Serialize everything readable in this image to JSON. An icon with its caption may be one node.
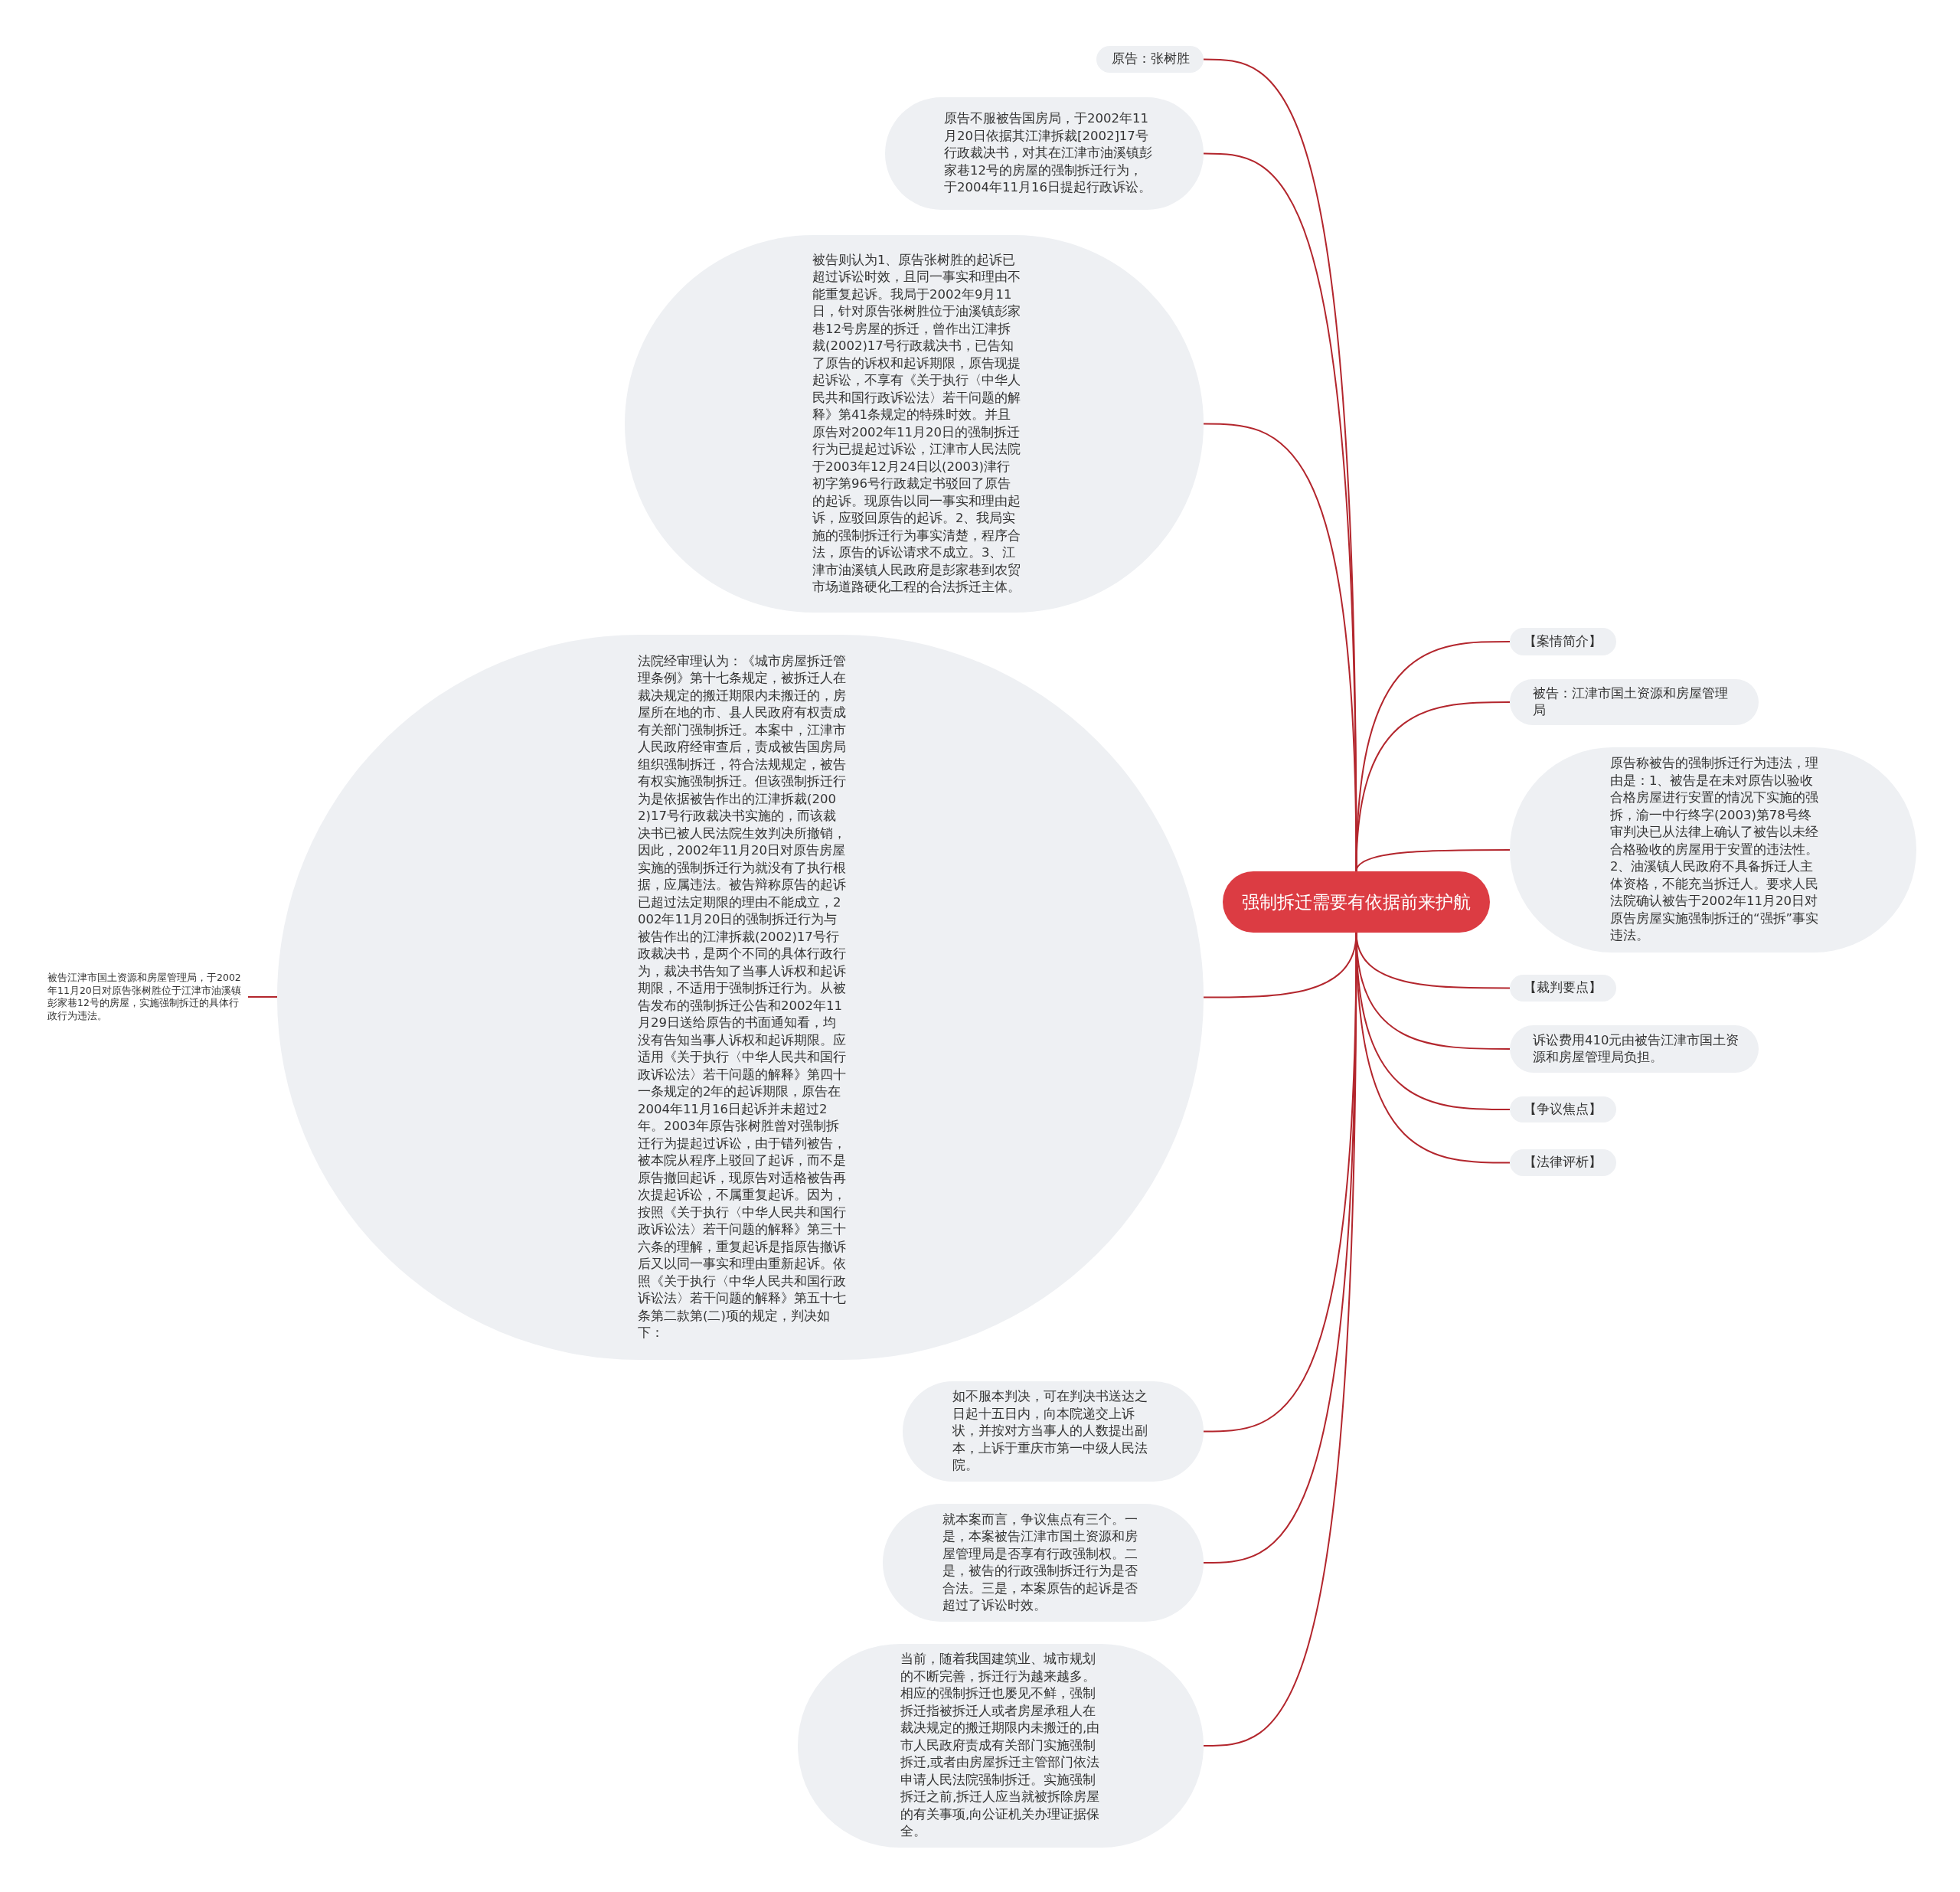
{
  "diagram": {
    "nodes": [
      {
        "text": [
          "强制拆迁需要有依据前来护航"
        ]
      },
      {
        "text": [
          "原告：张树胜"
        ]
      },
      {
        "text": [
          "原告不服被告国房局，于2002年11月20日依据其江津拆裁[2002]17号行政裁决书，对其在江津市油溪镇彭家巷12号的房屋的强制拆迁行为，于2004年11月16日提起行政诉讼。"
        ]
      },
      {
        "text": [
          "被告则认为1、原告张树胜的起诉已超过诉讼时效，且同一事实和理由不能重复起诉。我局于2002年9月11日，针对原告张树胜位于油溪镇彭家巷12号房屋的拆迁，曾作出江津拆裁(2002)17号行政裁决书，已告知了原告的诉权和起诉期限，原告现提起诉讼，不享有《关于执行〈中华人民共和国行政诉讼法〉若干问题的解释》第41条规定的特殊时效。并且原告对2002年11月20日的强制拆迁行为已提起过诉讼，江津市人民法院于2003年12月24日以(2003)津行初字第96号行政裁定书驳回了原告的起诉。现原告以同一事实和理由起诉，应驳回原告的起诉。2、我局实施的强制拆迁行为事实清楚，程序合法，原告的诉讼请求不成立。3、江津市油溪镇人民政府是彭家巷到农贸市场道路硬化工程的合法拆迁主体。"
        ]
      },
      {
        "text": [
          "【案情简介】"
        ]
      },
      {
        "text": [
          "被告：江津市国土资源和房屋管理局"
        ]
      },
      {
        "text": [
          "原告称被告的强制拆迁行为违法，理由是：1、被告是在未对原告以验收合格房屋进行安置的情况下实施的强拆，渝一中行终字(2003)第78号终审判决已从法律上确认了被告以未经合格验收的房屋用于安置的违法性。2、油溪镇人民政府不具备拆迁人主体资格，不能充当拆迁人。要求人民法院确认被告于2002年11月20日对原告房屋实施强制拆迁的“强拆”事实违法。"
        ]
      },
      {
        "text": [
          "法院经审理认为：《城市房屋拆迁管理条例》第十七条规定，被拆迁人在裁决规定的搬迁期限内未搬迁的，房屋所在地的市、县人民政府有权责成有关部门强制拆迁。本案中，江津市人民政府经审查后，责成被告国房局组织强制拆迁，符合法规规定，被告有权实施强制拆迁。但该强制拆迁行为是依据被告作出的江津拆裁(2002)17号行政裁决书实施的，而该裁决书已被人民法院生效判决所撤销，因此，2002年11月20日对原告房屋实施的强制拆迁行为就没有了执行根据，应属违法。被告辩称原告的起诉已超过法定期限的理由不能成立，2002年11月20日的强制拆迁行为与被告作出的江津拆裁(2002)17号行政裁决书，是两个不同的具体行政行为，裁决书告知了当事人诉权和起诉期限，不适用于强制拆迁行为。从被告发布的强制拆迁公告和2002年11月29日送给原告的书面通知看，均没有告知当事人诉权和起诉期限。应适用《关于执行〈中华人民共和国行政诉讼法〉若干问题的解释》第四十一条规定的2年的起诉期限，原告在2004年11月16日起诉并未超过2年。2003年原告张树胜曾对强制拆迁行为提起过诉讼，由于错列被告，被本院从程序上驳回了起诉，而不是原告撤回起诉，现原告对适格被告再次提起诉讼，不属重复起诉。因为，按照《关于执行〈中华人民共和国行政诉讼法〉若干问题的解释》第三十六条的理解，重复起诉是指原告撤诉后又以同一事实和理由重新起诉。依照《关于执行〈中华人民共和国行政诉讼法〉若干问题的解释》第五十七条第二款第(二)项的规定，判决如下："
        ]
      },
      {
        "text": [
          "被告江津市国土资源和房屋管理局，于2002年11月20日对原告张树胜位于江津市油溪镇彭家巷12号的房屋，实施强制拆迁的具体行政行为违法。"
        ]
      },
      {
        "text": [
          "【裁判要点】"
        ]
      },
      {
        "text": [
          "诉讼费用410元由被告江津市国土资源和房屋管理局负担。"
        ]
      },
      {
        "text": [
          "【争议焦点】"
        ]
      },
      {
        "text": [
          "【法律评析】"
        ]
      },
      {
        "text": [
          "如不服本判决，可在判决书送达之日起十五日内，向本院递交上诉状，并按对方当事人的人数提出副本，上诉于重庆市第一中级人民法院。"
        ]
      },
      {
        "text": [
          "就本案而言，争议焦点有三个。一是，本案被告江津市国土资源和房屋管理局是否享有行政强制权。二是，被告的行政强制拆迁行为是否合法。三是，本案原告的起诉是否超过了诉讼时效。"
        ]
      },
      {
        "text": [
          "当前，随着我国建筑业、城市规划的不断完善，拆迁行为越来越多。相应的强制拆迁也屡见不鲜，强制拆迁指被拆迁人或者房屋承租人在裁决规定的搬迁期限内未搬迁的,由市人民政府责成有关部门实施强制拆迁,或者由房屋拆迁主管部门依法申请人民法院强制拆迁。实施强制拆迁之前,拆迁人应当就被拆除房屋的有关事项,向公证机关办理证据保全。"
        ]
      }
    ],
    "edges": [
      {
        "from": 0,
        "to": 1,
        "arrow": "none"
      },
      {
        "from": 0,
        "to": 2,
        "arrow": "none"
      },
      {
        "from": 0,
        "to": 3,
        "arrow": "none"
      },
      {
        "from": 0,
        "to": 4,
        "arrow": "none"
      },
      {
        "from": 0,
        "to": 5,
        "arrow": "none"
      },
      {
        "from": 0,
        "to": 6,
        "arrow": "none"
      },
      {
        "from": 0,
        "to": 7,
        "arrow": "none"
      },
      {
        "from": 7,
        "to": 8,
        "arrow": "none"
      },
      {
        "from": 0,
        "to": 9,
        "arrow": "none"
      },
      {
        "from": 0,
        "to": 10,
        "arrow": "none"
      },
      {
        "from": 0,
        "to": 11,
        "arrow": "none"
      },
      {
        "from": 0,
        "to": 12,
        "arrow": "none"
      },
      {
        "from": 0,
        "to": 13,
        "arrow": "none"
      },
      {
        "from": 0,
        "to": 14,
        "arrow": "none"
      },
      {
        "from": 0,
        "to": 15,
        "arrow": "none"
      }
    ]
  }
}
